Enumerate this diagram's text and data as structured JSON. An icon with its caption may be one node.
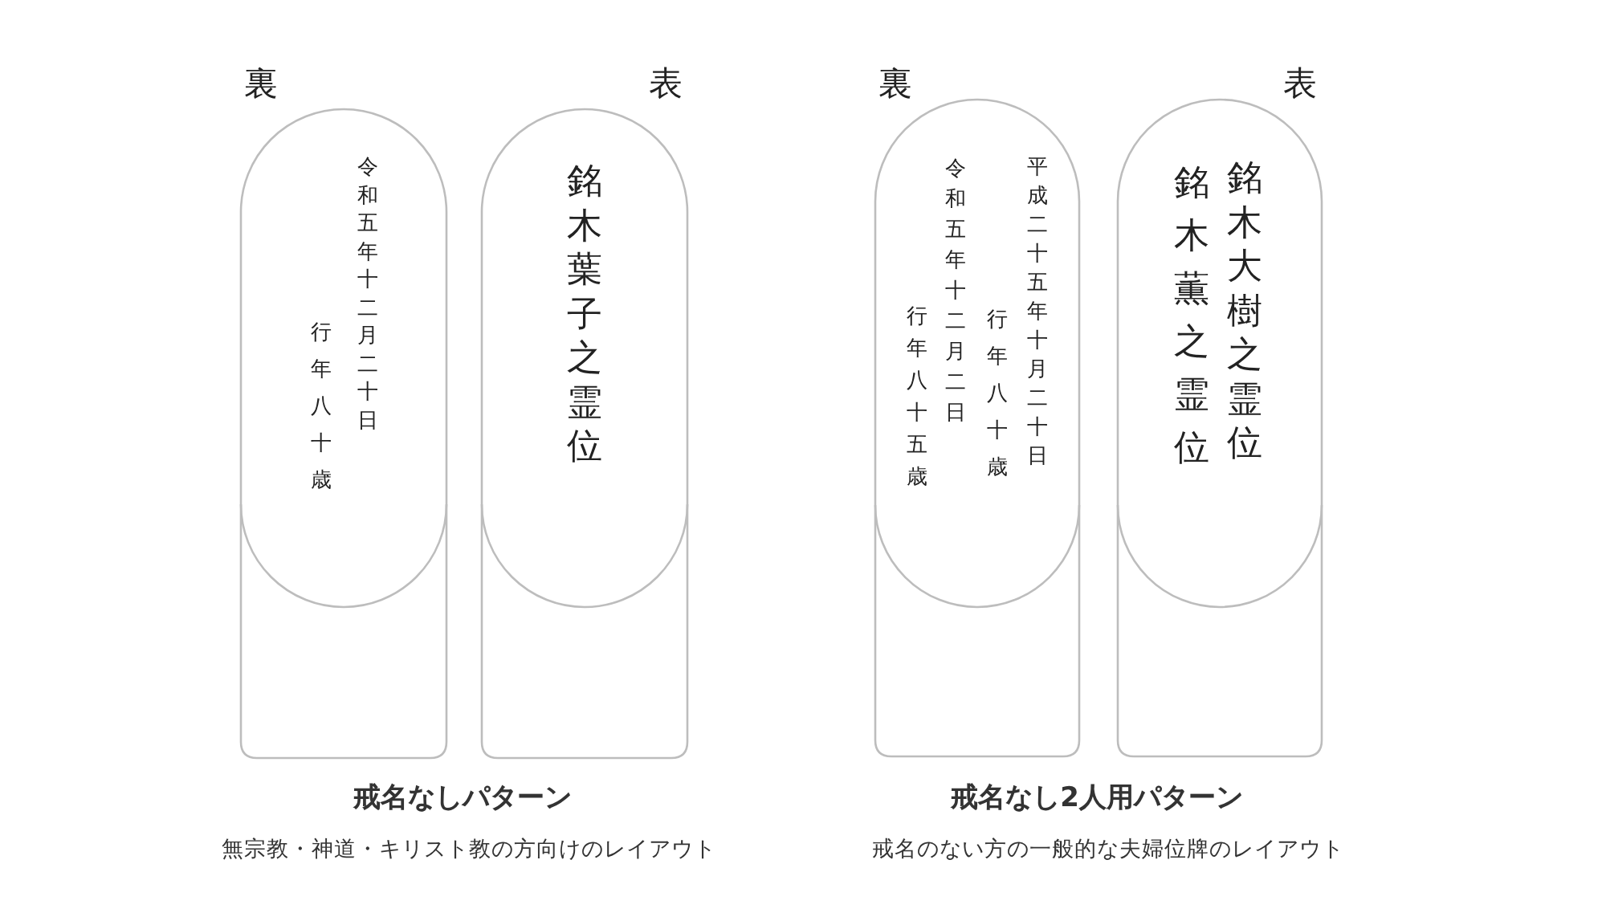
{
  "diagram": {
    "nodes": [
      {
        "text": [
          "裏",
          "行年八十歳",
          "令和五年十二月二十日"
        ]
      },
      {
        "text": [
          "表",
          "銘木葉子之霊位"
        ]
      },
      {
        "text": [
          "裏",
          "行年八十五歳",
          "令和五年十二月二日",
          "行年八十歳",
          "平成二十五年十月二十日"
        ]
      },
      {
        "text": [
          "表",
          "銘木薫之霊位",
          "銘木大樹之霊位"
        ]
      }
    ],
    "labels": [
      "戒名なしパターン",
      "無宗教・神道・キリスト教の方向けのレイアウト",
      "戒名なし2人用パターン",
      "戒名のない方の一般的な夫婦位牌のレイアウト"
    ]
  }
}
